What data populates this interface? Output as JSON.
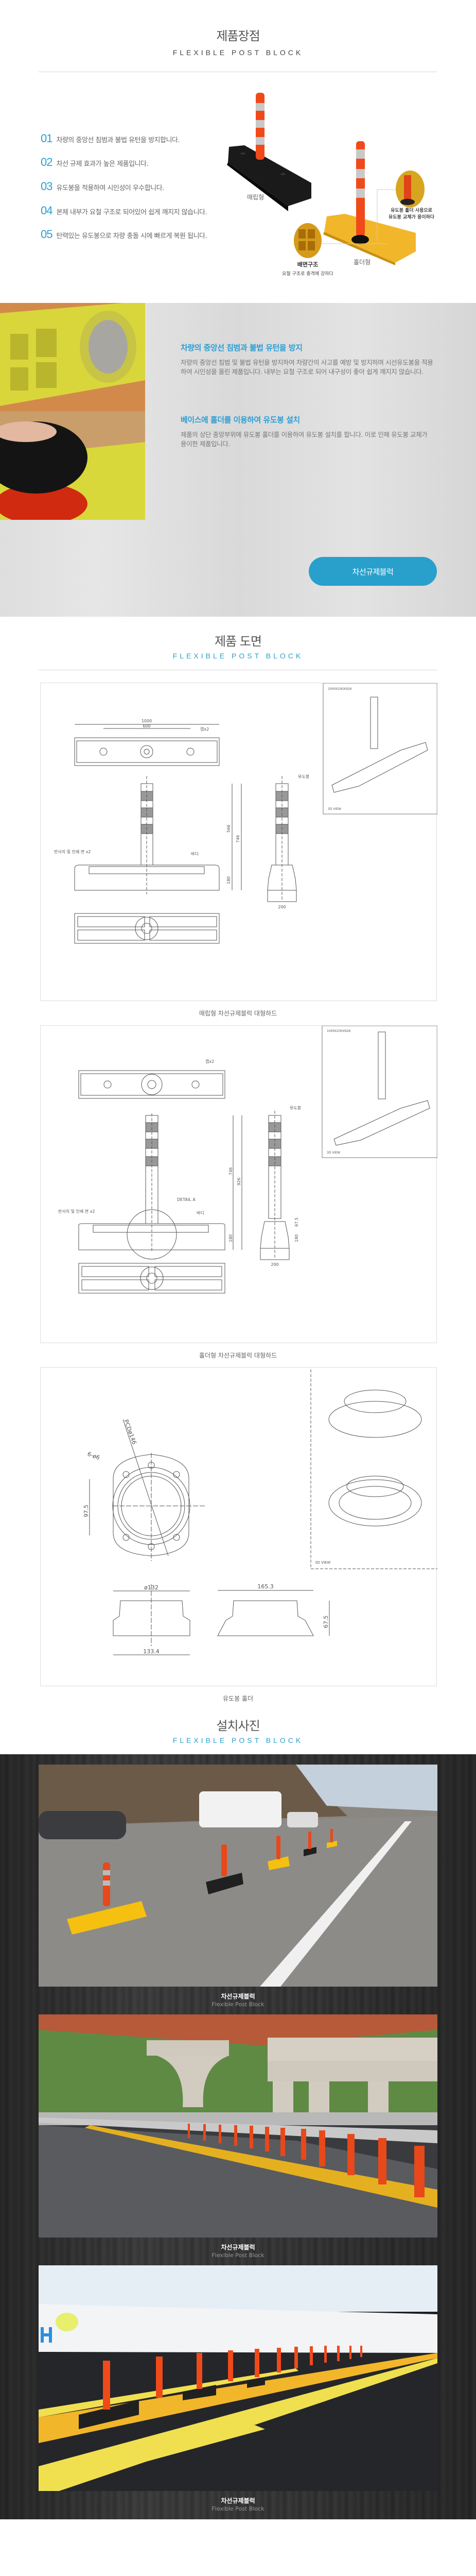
{
  "features_section": {
    "title": "제품장점",
    "subtitle": "FLEXIBLE POST BLOCK",
    "items": [
      {
        "num": "01",
        "text": "차량의 중앙선 침범과 불법 유턴을 방지합니다."
      },
      {
        "num": "02",
        "text": "차선 규제 효과가 높은 제품입니다."
      },
      {
        "num": "03",
        "text": "유도봉을 적용하여 시인성이 우수합니다."
      },
      {
        "num": "04",
        "text": "본체 내부가 요철 구조로 되어있어 쉽게 깨지지 않습니다."
      },
      {
        "num": "05",
        "text": "탄력있는 유도봉으로 차량 충돌 시에 빠르게 복원 됩니다."
      }
    ],
    "product_labels": {
      "buried": "매립형",
      "holder": "홀더형",
      "holder_callout_line1": "유도봉 홀더 사용으로",
      "holder_callout_line2": "유도봉 교체가 용이하다",
      "back_title": "배면구조",
      "back_desc": "요철 구조로 충격에 강하다"
    }
  },
  "detail_section": {
    "blocks": [
      {
        "heading": "차량의 중앙선 침범과 불법 유턴을 방지",
        "body": "차량의 중앙선 침범 및 불법 유턴을 방지하여 차량간의 사고를 예방 및 방지하며 시선유도봉을 적용하여 시인성을 올린 제품입니다. 내부는 요철 구조로 되어 내구성이 좋아 쉽게 깨지지 않습니다."
      },
      {
        "heading": "베이스에 홀더를 이용하여 유도봉 설치",
        "body": "제품의 상단 중앙부위에 유도봉 홀더를 이용하여 유도봉 설치를 합니다. 이로 인해 유도봉 교체가 용이한 제품입니다."
      }
    ],
    "button_label": "차선규제블럭"
  },
  "drawings_section": {
    "title": "제품 도면",
    "subtitle": "FLEXIBLE POST BLOCK",
    "drawings": [
      {
        "caption": "매립형 차선규제블럭 대형하드",
        "labels": {
          "dim_len": "1000",
          "dim_holes": "600",
          "cap": "캡x2",
          "dim_post": "566",
          "dim_total": "746",
          "dim_base": "180",
          "dim_width": "200",
          "post": "유도봉",
          "body": "바디",
          "reflector": "반사지 및 인쇄 면 x2",
          "spec": "1000X200X926",
          "view": "3D VIEW"
        }
      },
      {
        "caption": "홀더형 차선규제블럭 대형하드",
        "labels": {
          "cap": "캡x2",
          "dim_post": "746",
          "dim_total": "926",
          "dim_base": "180",
          "dim_holder": "67.5",
          "dim_width": "200",
          "post": "유도봉",
          "body": "바디",
          "reflector": "반사지 및 인쇄 면 x2",
          "detail": "DETAIL A",
          "spec": "1000X200X926",
          "view": "3D VIEW"
        }
      },
      {
        "caption": "유도봉 홀더",
        "labels": {
          "pcd": "PCDø146",
          "holes": "6-ø6",
          "dim_h": "97.5",
          "dim_top": "ø132",
          "dim_bottom": "133.4",
          "dim_side": "165.3",
          "dim_height": "67.5",
          "view": "3D VIEW"
        }
      }
    ]
  },
  "install_section": {
    "title": "설치사진",
    "subtitle": "FLEXIBLE POST BLOCK",
    "photos": [
      {
        "caption_ko": "차선규제블럭",
        "caption_en": "Flexible Post Block"
      },
      {
        "caption_ko": "차선규제블럭",
        "caption_en": "Flexible Post Block"
      },
      {
        "caption_ko": "차선규제블럭",
        "caption_en": "Flexible Post Block"
      }
    ]
  },
  "colors": {
    "accent": "#28a0cb",
    "post_orange": "#f04a1a",
    "block_yellow": "#f2b62a"
  }
}
